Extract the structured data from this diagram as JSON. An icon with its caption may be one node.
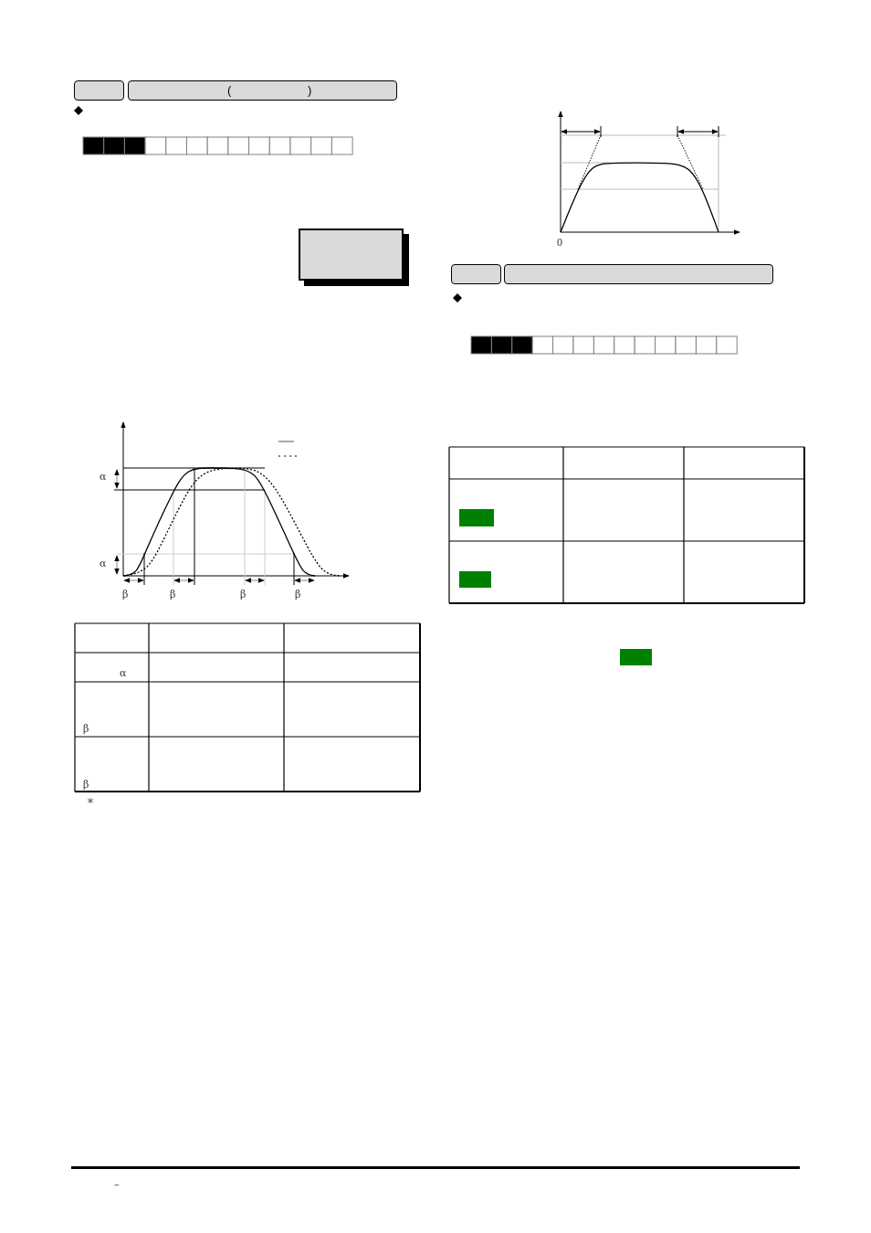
{
  "diagram": {
    "nodes": [
      {
        "text": [],
        "shape": "box"
      },
      {
        "text": [
          "(",
          ")"
        ]
      },
      {
        "text": [],
        "shape": "box"
      },
      {
        "text": [],
        "shape": "box"
      },
      {
        "text": [],
        "shape": "box"
      }
    ],
    "labels": [
      "α",
      "α",
      "β",
      "β",
      "β",
      "β",
      "α",
      "β",
      "β",
      "*",
      "0",
      "–"
    ]
  }
}
